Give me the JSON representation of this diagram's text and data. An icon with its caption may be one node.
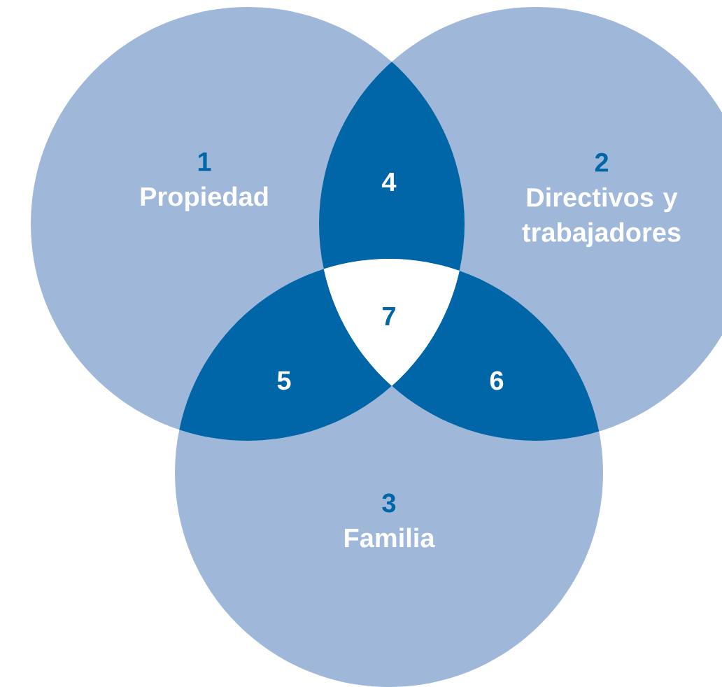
{
  "diagram": {
    "nodes": [
      {
        "text": [
          "1",
          "Propiedad"
        ]
      },
      {
        "text": [
          "2",
          "Directivos y trabajadores"
        ]
      },
      {
        "text": [
          "3",
          "Familia"
        ]
      },
      {
        "text": [
          "4"
        ]
      },
      {
        "text": [
          "5"
        ]
      },
      {
        "text": [
          "6"
        ]
      },
      {
        "text": [
          "7"
        ]
      }
    ]
  }
}
